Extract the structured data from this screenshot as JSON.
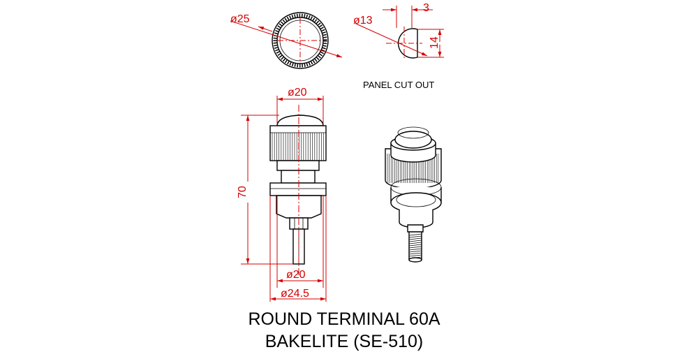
{
  "top_view": {
    "diameter_label": "ø25"
  },
  "panel_cutout": {
    "diameter_label": "ø13",
    "flat_width_label": "3",
    "flat_height_label": "14",
    "caption": "PANEL CUT OUT"
  },
  "side_view": {
    "cap_diameter_label": "ø20",
    "height_label": "70",
    "base_diameter_label": "ø20",
    "flange_diameter_label": "ø24.5"
  },
  "title": {
    "line1": "ROUND TERMINAL 60A",
    "line2": "BAKELITE (SE-510)"
  },
  "colors": {
    "dimension": "#d40000",
    "outline": "#000000"
  }
}
